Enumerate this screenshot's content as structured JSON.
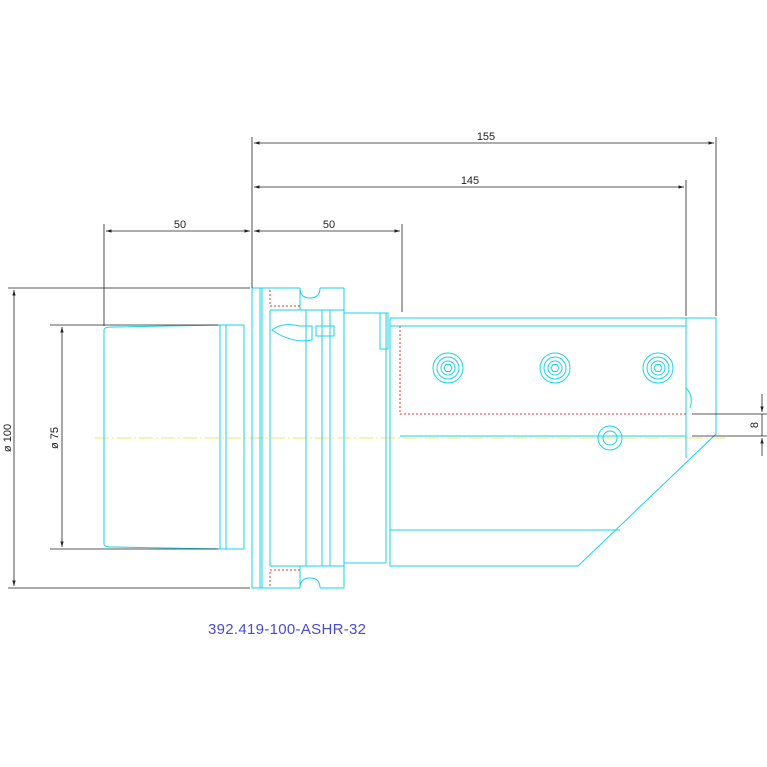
{
  "colors": {
    "outline": "#19d3e6",
    "dimension": "#222222",
    "hidden": "#e63b3b",
    "centerline": "#e8e870",
    "label": "#4a4ad8"
  },
  "dimensions": {
    "overall_length": "155",
    "body_length": "145",
    "shank_length": "50",
    "flange_length": "50",
    "outer_diameter": "ø 100",
    "shank_diameter": "ø 75",
    "offset": "8"
  },
  "part_number": "392.419-100-ASHR-32"
}
